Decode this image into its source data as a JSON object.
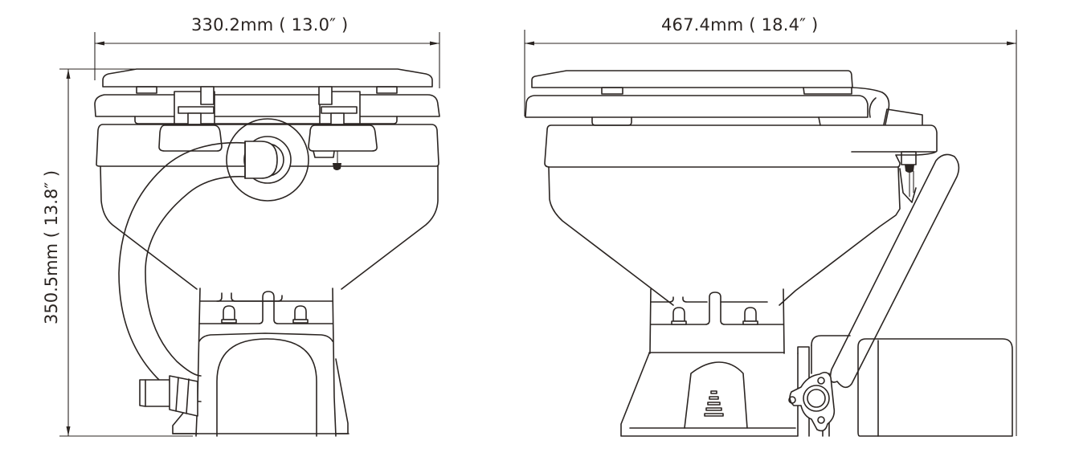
{
  "diagram": {
    "subject": "electric marine toilet dimension drawing",
    "views": [
      {
        "name": "front-view",
        "width_label": "330.2mm ( 13.0″ )",
        "height_label": "350.5mm ( 13.8″ )"
      },
      {
        "name": "side-view",
        "width_label": "467.4mm ( 18.4″ )"
      }
    ],
    "colors": {
      "line": "#2b2522",
      "background": "#ffffff"
    }
  }
}
